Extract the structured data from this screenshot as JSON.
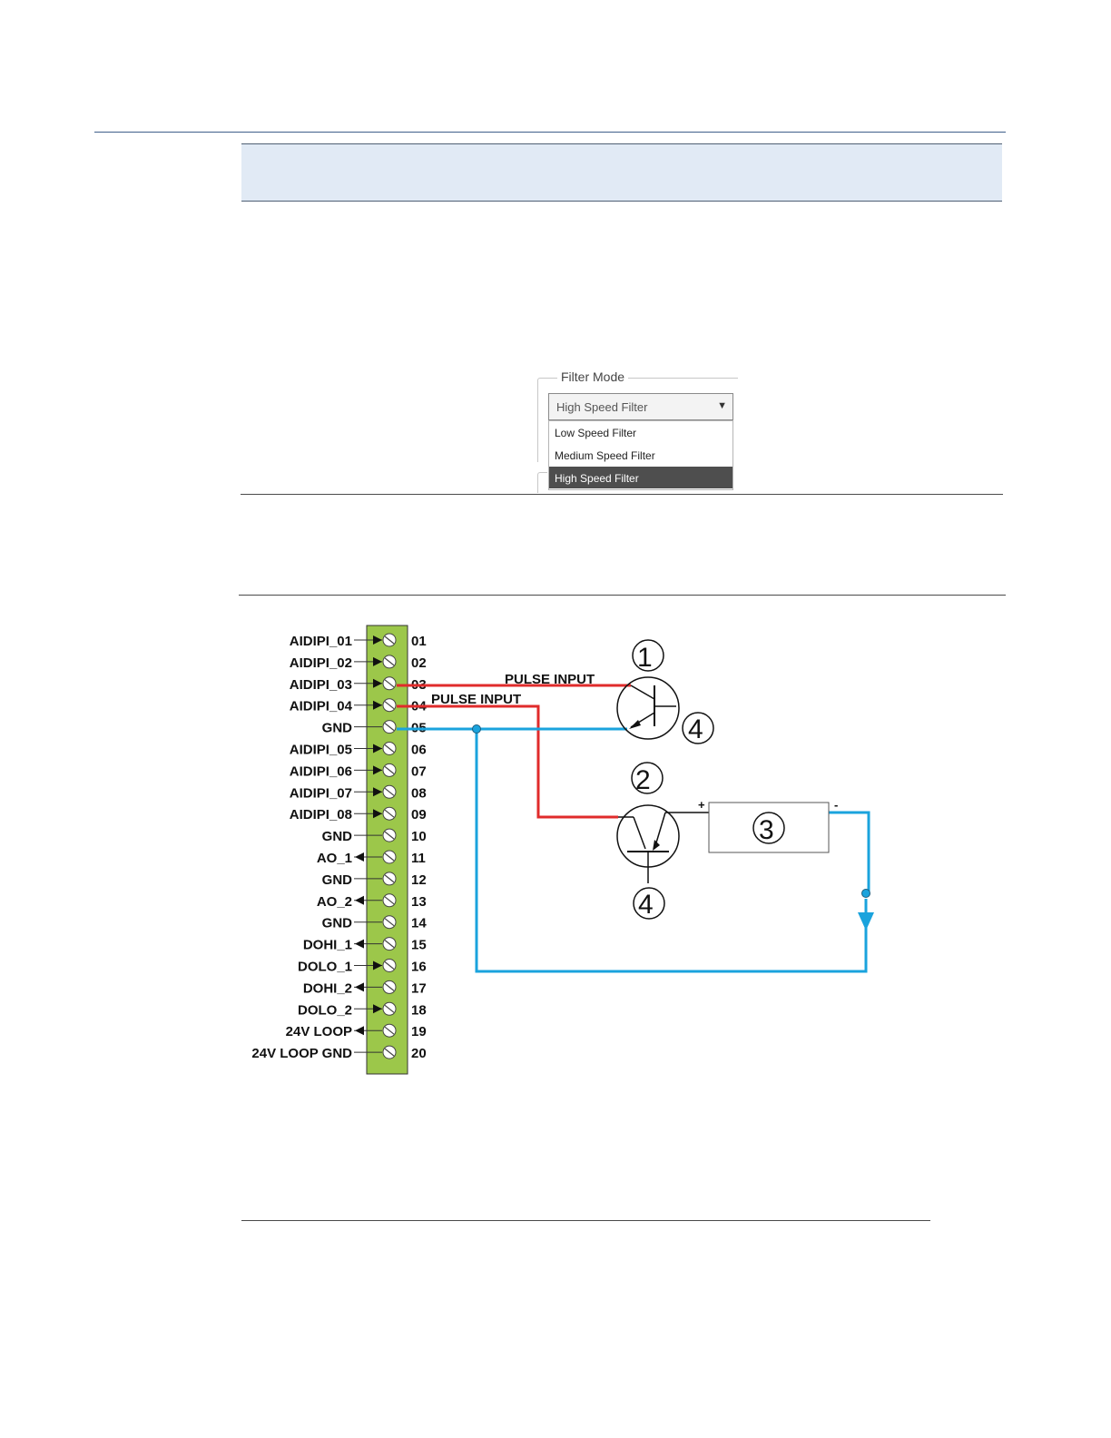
{
  "filter_mode": {
    "legend": "Filter Mode",
    "selected_value": "High Speed Filter",
    "options": [
      "Low Speed Filter",
      "Medium Speed Filter",
      "High Speed Filter"
    ]
  },
  "diagram": {
    "terminals": [
      {
        "label": "AIDIPI_01",
        "num": "01",
        "dir": "in"
      },
      {
        "label": "AIDIPI_02",
        "num": "02",
        "dir": "in"
      },
      {
        "label": "AIDIPI_03",
        "num": "03",
        "dir": "in"
      },
      {
        "label": "AIDIPI_04",
        "num": "04",
        "dir": "in"
      },
      {
        "label": "GND",
        "num": "05",
        "dir": "none"
      },
      {
        "label": "AIDIPI_05",
        "num": "06",
        "dir": "in"
      },
      {
        "label": "AIDIPI_06",
        "num": "07",
        "dir": "in"
      },
      {
        "label": "AIDIPI_07",
        "num": "08",
        "dir": "in"
      },
      {
        "label": "AIDIPI_08",
        "num": "09",
        "dir": "in"
      },
      {
        "label": "GND",
        "num": "10",
        "dir": "none"
      },
      {
        "label": "AO_1",
        "num": "11",
        "dir": "out"
      },
      {
        "label": "GND",
        "num": "12",
        "dir": "none"
      },
      {
        "label": "AO_2",
        "num": "13",
        "dir": "out"
      },
      {
        "label": "GND",
        "num": "14",
        "dir": "none"
      },
      {
        "label": "DOHI_1",
        "num": "15",
        "dir": "out"
      },
      {
        "label": "DOLO_1",
        "num": "16",
        "dir": "in"
      },
      {
        "label": "DOHI_2",
        "num": "17",
        "dir": "out"
      },
      {
        "label": "DOLO_2",
        "num": "18",
        "dir": "in"
      },
      {
        "label": "24V LOOP",
        "num": "19",
        "dir": "out"
      },
      {
        "label": "24V LOOP GND",
        "num": "20",
        "dir": "none"
      }
    ],
    "pulse_input_1": "PULSE INPUT",
    "pulse_input_2": "PULSE INPUT",
    "callout_1": "1",
    "callout_2": "2",
    "callout_3": "3",
    "callout_4a": "4",
    "callout_4b": "4",
    "plus": "+",
    "minus": "-",
    "colors": {
      "red_wire": "#e02b2b",
      "blue_wire": "#1aa3dd",
      "terminal_block": "#9cc74a"
    }
  }
}
